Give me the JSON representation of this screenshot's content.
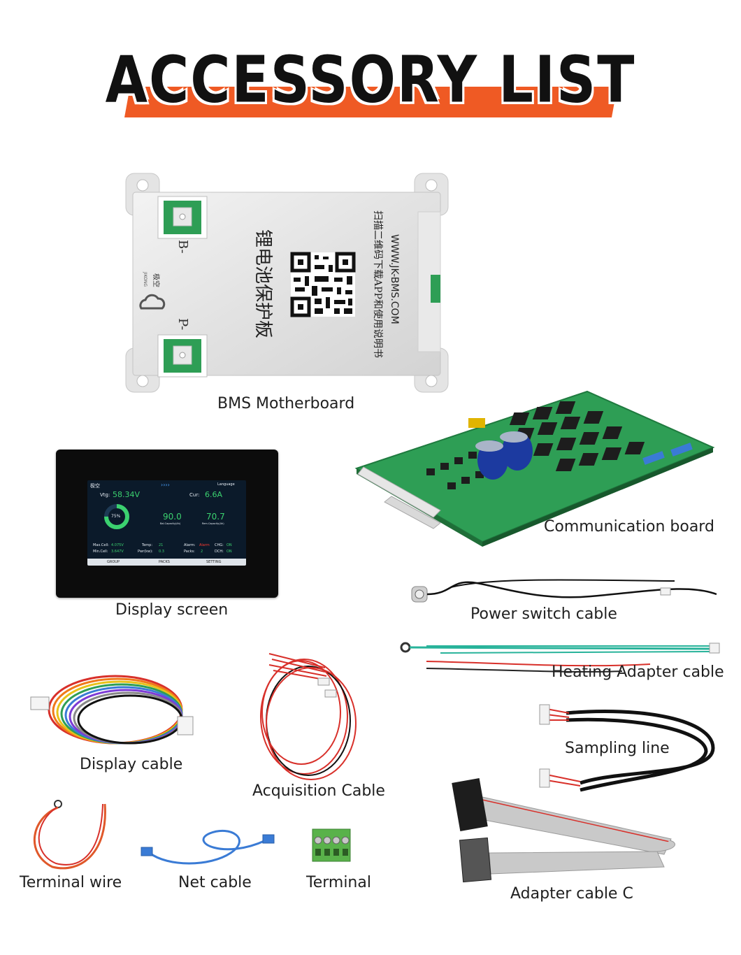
{
  "header": {
    "title": "ACCESSORY LIST"
  },
  "bms": {
    "terminal_b": "B-",
    "terminal_p": "P-",
    "brand": "极空",
    "brand_en": "JIKONG",
    "product_cn": "锂电池保护板",
    "scan_text": "扫描二维码下载APP和使用说明书",
    "website": "WWW.JK-BMS.COM"
  },
  "screen": {
    "brand": "极空",
    "arrows": "››››",
    "language": "Language",
    "vtg_label": "Vtg:",
    "vtg_value": "58.34V",
    "cur_label": "Cur:",
    "cur_value": "6.6A",
    "soc": "75%",
    "bal_capacity": "90.0",
    "bal_capacity_label": "Bal.Capacity(Ah)",
    "rem_capacity": "70.7",
    "rem_capacity_label": "Rem.Capacity(Ah)",
    "max_cell_label": "Max.Cell:",
    "max_cell_value": "4.075V",
    "min_cell_label": "Min.Cell:",
    "min_cell_value": "3.647V",
    "temp_label": "Temp:",
    "temp_value": "21",
    "pwr_label": "Pwr(kw):",
    "pwr_value": "0.3",
    "alarm_label": "Alarm:",
    "alarm_value": "Alarm",
    "packs_label": "Packs:",
    "packs_value": "2",
    "chg_label": "CHG:",
    "chg_value": "ON",
    "dch_label": "DCH:",
    "dch_value": "ON",
    "tabs": [
      "GROUP",
      "PACKS",
      "SETTING"
    ]
  },
  "items": {
    "bms_motherboard": "BMS Motherboard",
    "communication_board": "Communication board",
    "display_screen": "Display screen",
    "power_switch_cable": "Power switch cable",
    "heating_adapter_cable": "Heating Adapter cable",
    "display_cable": "Display cable",
    "acquisition_cable": "Acquisition Cable",
    "sampling_line": "Sampling line",
    "terminal_wire": "Terminal wire",
    "net_cable": "Net cable",
    "terminal": "Terminal",
    "adapter_cable_c": "Adapter cable C"
  },
  "colors": {
    "banner": "#ef5a24",
    "pcb_green": "#2e9e55",
    "screen_green": "#3bd16f",
    "wire_red": "#d8302a",
    "wire_teal": "#28b39a",
    "net_blue": "#3a7bd5"
  }
}
